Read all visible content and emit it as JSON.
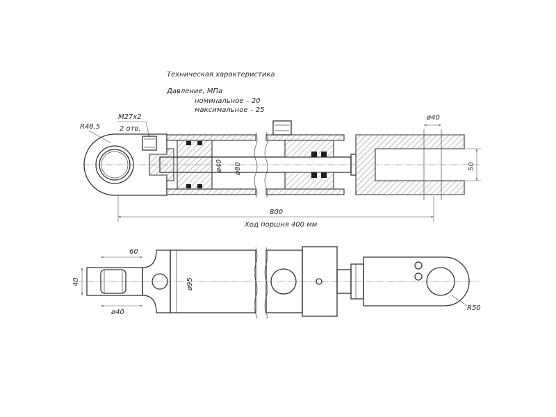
{
  "specs": {
    "title": "Техническая характеристика",
    "pressure_label": "Давление, МПа",
    "nominal": "номинальное  –  20",
    "maximum": "максимальное – 25"
  },
  "dimensions": {
    "r48": "R48,5",
    "thread": "M27x2",
    "holes": "2 отв.",
    "d40_top": "ø40",
    "d40_rod": "ø40",
    "d80": "ø80",
    "w50": "50",
    "len800": "800",
    "stroke": "Ход поршня 400 мм",
    "w60": "60",
    "h40": "40",
    "d40_bottom": "ø40",
    "d95": "ø95",
    "r50": "R50"
  }
}
